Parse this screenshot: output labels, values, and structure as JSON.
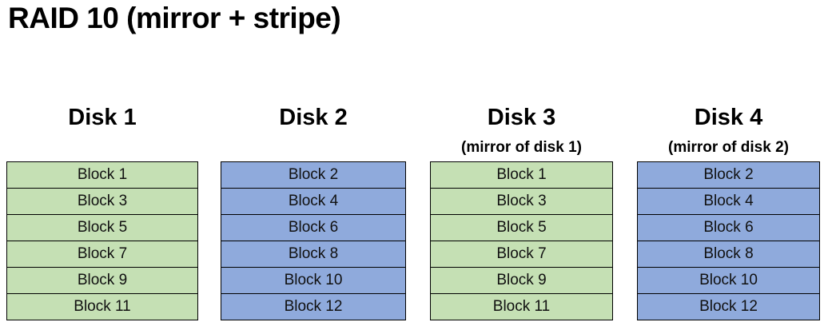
{
  "title": "RAID 10 (mirror + stripe)",
  "colors": {
    "green": "#c5e0b4",
    "blue": "#8faadc",
    "border": "#000000"
  },
  "disks": [
    {
      "name": "Disk 1",
      "subtitle": "",
      "color": "green",
      "blocks": [
        "Block 1",
        "Block 3",
        "Block 5",
        "Block 7",
        "Block 9",
        "Block 11"
      ]
    },
    {
      "name": "Disk 2",
      "subtitle": "",
      "color": "blue",
      "blocks": [
        "Block 2",
        "Block 4",
        "Block 6",
        "Block 8",
        "Block 10",
        "Block 12"
      ]
    },
    {
      "name": "Disk 3",
      "subtitle": "(mirror of disk 1)",
      "color": "green",
      "blocks": [
        "Block 1",
        "Block 3",
        "Block 5",
        "Block 7",
        "Block 9",
        "Block 11"
      ]
    },
    {
      "name": "Disk 4",
      "subtitle": "(mirror of disk 2)",
      "color": "blue",
      "blocks": [
        "Block 2",
        "Block 4",
        "Block 6",
        "Block 8",
        "Block 10",
        "Block 12"
      ]
    }
  ]
}
